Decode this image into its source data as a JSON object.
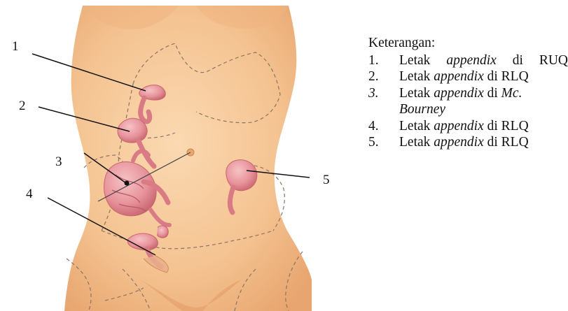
{
  "colors": {
    "skin": "#f3c08e",
    "skin_shadow": "#e6a16b",
    "appendix": "#e9939b",
    "appendix_dark": "#c9656f",
    "dash": "#8a7563",
    "leader": "#111111",
    "text": "#111111"
  },
  "labels": [
    "1",
    "2",
    "3",
    "4",
    "5"
  ],
  "legend": {
    "title": "Keterangan:",
    "items": [
      {
        "num": "1.",
        "pre": "Letak ",
        "italic": "appendix",
        "post": " di RUQ"
      },
      {
        "num": "2.",
        "pre": "Letak ",
        "italic": "appendix",
        "post": " di RLQ"
      },
      {
        "num": "3.",
        "pre": "Letak ",
        "italic": "appendix",
        "post": " di ",
        "italic2": "Mc. Bourney"
      },
      {
        "num": "4.",
        "pre": "Letak ",
        "italic": "appendix",
        "post": " di RLQ"
      },
      {
        "num": "5.",
        "pre": "Letak ",
        "italic": "appendix",
        "post": " di RLQ"
      }
    ]
  }
}
